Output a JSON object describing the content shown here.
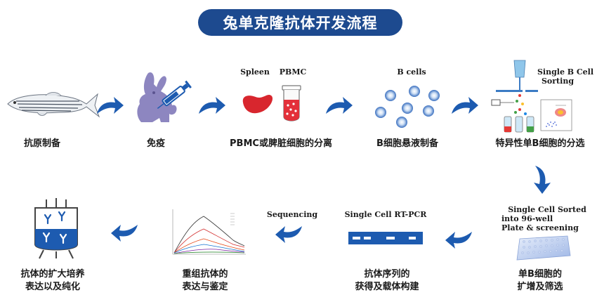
{
  "title": "兔单克隆抗体开发流程",
  "steps_row1": [
    {
      "label": "抗原制备",
      "icon": "zebrafish-icon"
    },
    {
      "label": "免疫",
      "icon": "rabbit-syringe-icon"
    },
    {
      "label": "PBMC或脾脏细胞的分离",
      "icon": "spleen-tube-icon",
      "sub_labels": [
        "Spleen",
        "PBMC"
      ]
    },
    {
      "label": "B细胞悬液制备",
      "icon": "b-cells-icon",
      "sub_labels": [
        "B cells"
      ]
    },
    {
      "label": "特异性单B细胞的分选",
      "icon": "flow-sorter-icon",
      "sub_labels": [
        "Single B Cell",
        "Sorting"
      ]
    }
  ],
  "steps_row2": [
    {
      "label_lines": [
        "单B细胞的",
        "扩增及筛选"
      ],
      "icon": "96-well-plate-icon",
      "sub_labels": [
        "Single Cell Sorted",
        "into 96-well",
        "Plate & screening"
      ]
    },
    {
      "label_lines": [
        "抗体序列的",
        "获得及载体构建"
      ],
      "icon": "gel-band-icon",
      "sub_labels": [
        "Single Cell RT-PCR"
      ]
    },
    {
      "label_lines": [
        "重组抗体的",
        "表达与鉴定"
      ],
      "icon": "binding-curve-icon",
      "sub_labels": [
        "Sequencing"
      ]
    },
    {
      "label_lines": [
        "抗体的扩大培养",
        "表达以及纯化"
      ],
      "icon": "bioreactor-icon"
    }
  ],
  "colors": {
    "primary": "#1d4a8f",
    "arrow": "#1d5bb0",
    "spleen": "#d8262e",
    "purple": "#8d86c0"
  }
}
